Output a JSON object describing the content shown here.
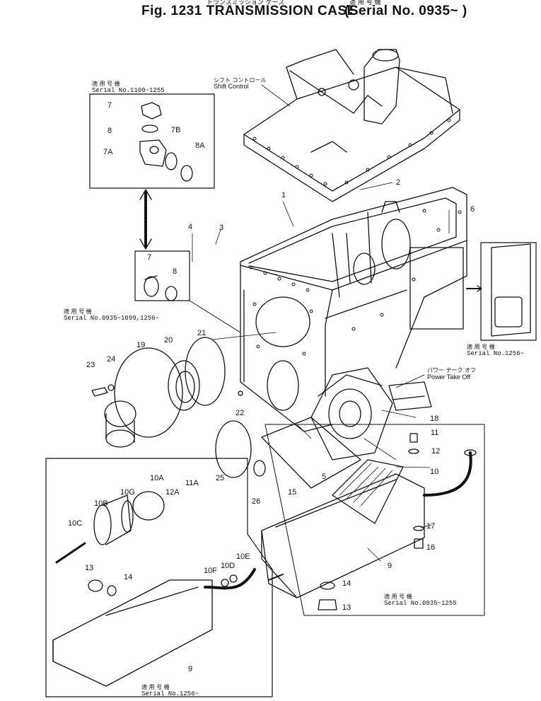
{
  "header": {
    "title_left": "Fig. 1231  TRANSMISSION CASE",
    "title_jp": "トランスミッション ケース",
    "serial_jp": "適 用 号 機",
    "serial_range": "(Serial No. 0935~ )"
  },
  "callouts": {
    "shift_control_jp": "シフト コントロール",
    "shift_control": "Shift Control",
    "pto_jp": "パワー テーク オフ",
    "pto": "Power Take Off"
  },
  "insets": {
    "top_left": {
      "jp": "適 用 号 機",
      "serial": "Serial  No.1100~1255"
    },
    "middle_left": {
      "jp": "適 用 号 機",
      "serial": "Serial  No.0935~1099,1256~"
    },
    "right": {
      "jp": "適 用 号 機",
      "serial": "Serial  No.1256~"
    },
    "oil_pan_right": {
      "jp": "適 用 号 機",
      "serial": "Serial  No.0935~1255"
    },
    "bottom_left": {
      "jp": "適 用 号 機",
      "serial": "Serial  No.1256~"
    }
  },
  "part_numbers": [
    "1",
    "2",
    "3",
    "4",
    "5",
    "6",
    "7",
    "7A",
    "7B",
    "8",
    "8A",
    "9",
    "10",
    "10A",
    "10B",
    "10C",
    "10D",
    "10E",
    "10F",
    "10G",
    "11",
    "11A",
    "12",
    "12A",
    "13",
    "14",
    "15",
    "16",
    "17",
    "18",
    "19",
    "20",
    "21",
    "22",
    "23",
    "24",
    "25",
    "26"
  ]
}
